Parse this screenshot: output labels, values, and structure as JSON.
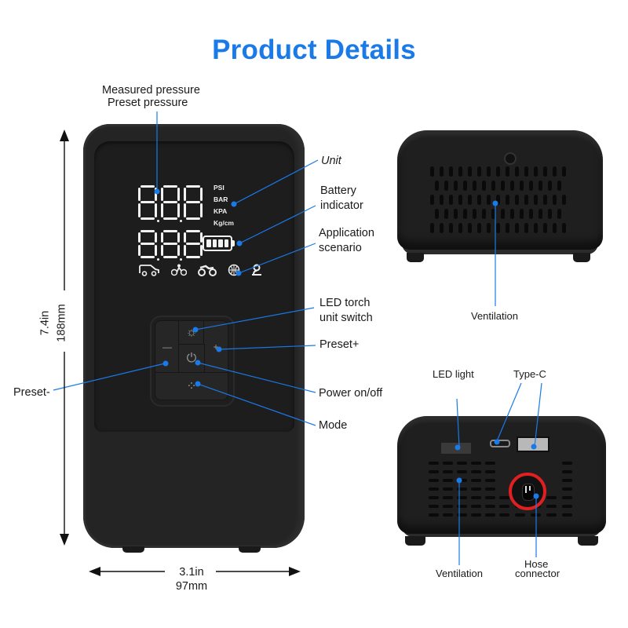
{
  "title": "Product Details",
  "colors": {
    "title": "#1a7ae8",
    "callout": "#1a7ae8",
    "device": "#242424",
    "hose_ring": "#e02020"
  },
  "front_view": {
    "callouts": {
      "measured_pressure": "Measured pressure",
      "preset_pressure": "Preset pressure",
      "unit": "Unit",
      "battery_line1": "Battery",
      "battery_line2": "indicator",
      "scenario_line1": "Application",
      "scenario_line2": "scenario",
      "torch_line1": "LED torch",
      "torch_line2": "unit switch",
      "preset_plus": "Preset+",
      "preset_minus": "Preset-",
      "power": "Power on/off",
      "mode": "Mode"
    },
    "display": {
      "units": [
        "PSI",
        "BAR",
        "KPA",
        "Kg/cm"
      ],
      "battery_bars": 4,
      "scenario_icons": [
        "car-icon",
        "bicycle-icon",
        "motorcycle-icon",
        "ball-icon",
        "custom-icon"
      ]
    },
    "keypad": {
      "torch": "☼",
      "minus": "—",
      "plus": "+",
      "power": "⏻",
      "mode": "⁘"
    },
    "dimensions": {
      "height_in": "7.4in",
      "height_mm": "188mm",
      "width_in": "3.1in",
      "width_mm": "97mm"
    }
  },
  "top_side_view": {
    "callouts": {
      "ventilation": "Ventilation"
    }
  },
  "bottom_side_view": {
    "callouts": {
      "led_light": "LED light",
      "type_c": "Type-C",
      "ventilation": "Ventilation",
      "hose_line1": "Hose",
      "hose_line2": "connector"
    }
  }
}
